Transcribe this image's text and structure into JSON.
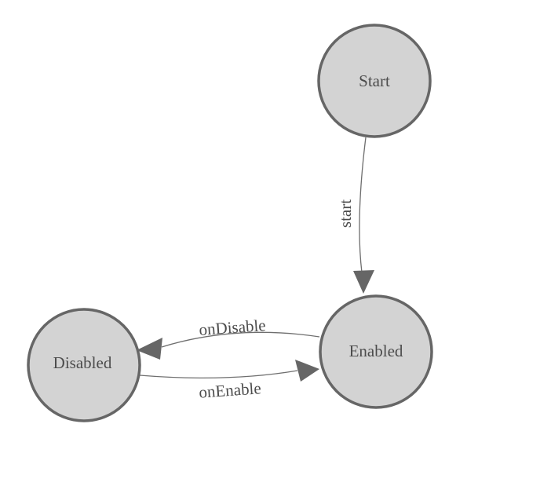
{
  "diagram": {
    "type": "state-machine",
    "background_color": "#ffffff",
    "colors": {
      "node_fill": "#d3d3d3",
      "node_border": "#666666",
      "edge_line": "#6e6e6e",
      "arrowhead_fill": "#666666",
      "text": "#4c4c4c"
    },
    "nodes": [
      {
        "id": "start",
        "label": "Start"
      },
      {
        "id": "enabled",
        "label": "Enabled"
      },
      {
        "id": "disabled",
        "label": "Disabled"
      }
    ],
    "edges": [
      {
        "from": "Start",
        "to": "Enabled",
        "label": "start"
      },
      {
        "from": "Enabled",
        "to": "Disabled",
        "label": "onDisable"
      },
      {
        "from": "Disabled",
        "to": "Enabled",
        "label": "onEnable"
      }
    ]
  }
}
